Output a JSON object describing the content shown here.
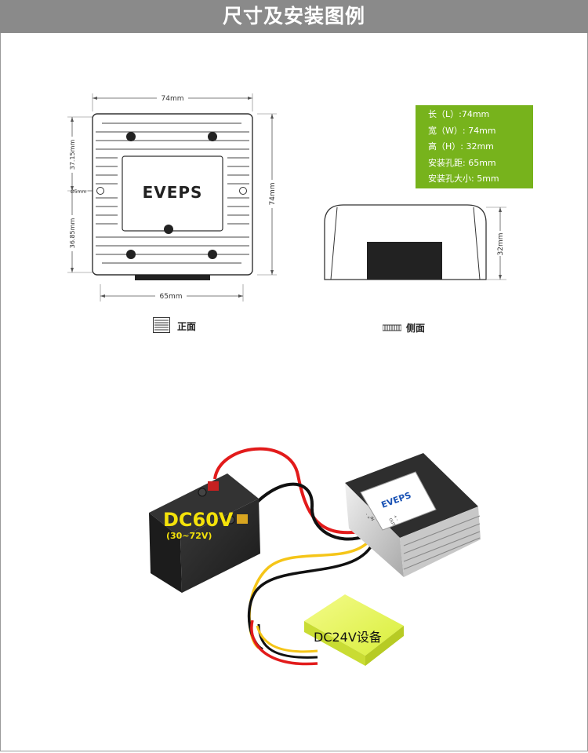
{
  "header": {
    "title": "尺寸及安装图例"
  },
  "brand": {
    "logo": "EVEPS"
  },
  "dimensions": {
    "top_width": "74mm",
    "right_height": "74mm",
    "upper_offset": "37.15mm",
    "lower_offset": "36.85mm",
    "hole_dia": "Ø5mm",
    "hole_spacing": "65mm",
    "side_height": "32mm"
  },
  "specs": [
    "长（L）:74mm",
    "宽（W）: 74mm",
    "高（H）: 32mm",
    "安装孔距: 65mm",
    "安装孔大小: 5mm"
  ],
  "captions": {
    "front": "正面",
    "side": "侧面"
  },
  "wiring": {
    "battery_label": "DC60V",
    "battery_range": "(30~72V)",
    "device_label": "DC24V设备",
    "module_in": "IN",
    "module_out": "OUT",
    "module_in_pins": "-  +",
    "module_out_pins": "+  -"
  },
  "colors": {
    "banner": "#8a8a8a",
    "spec_box": "#77b31c",
    "battery_text": "#f4e20a",
    "device": "#e9f65a"
  }
}
